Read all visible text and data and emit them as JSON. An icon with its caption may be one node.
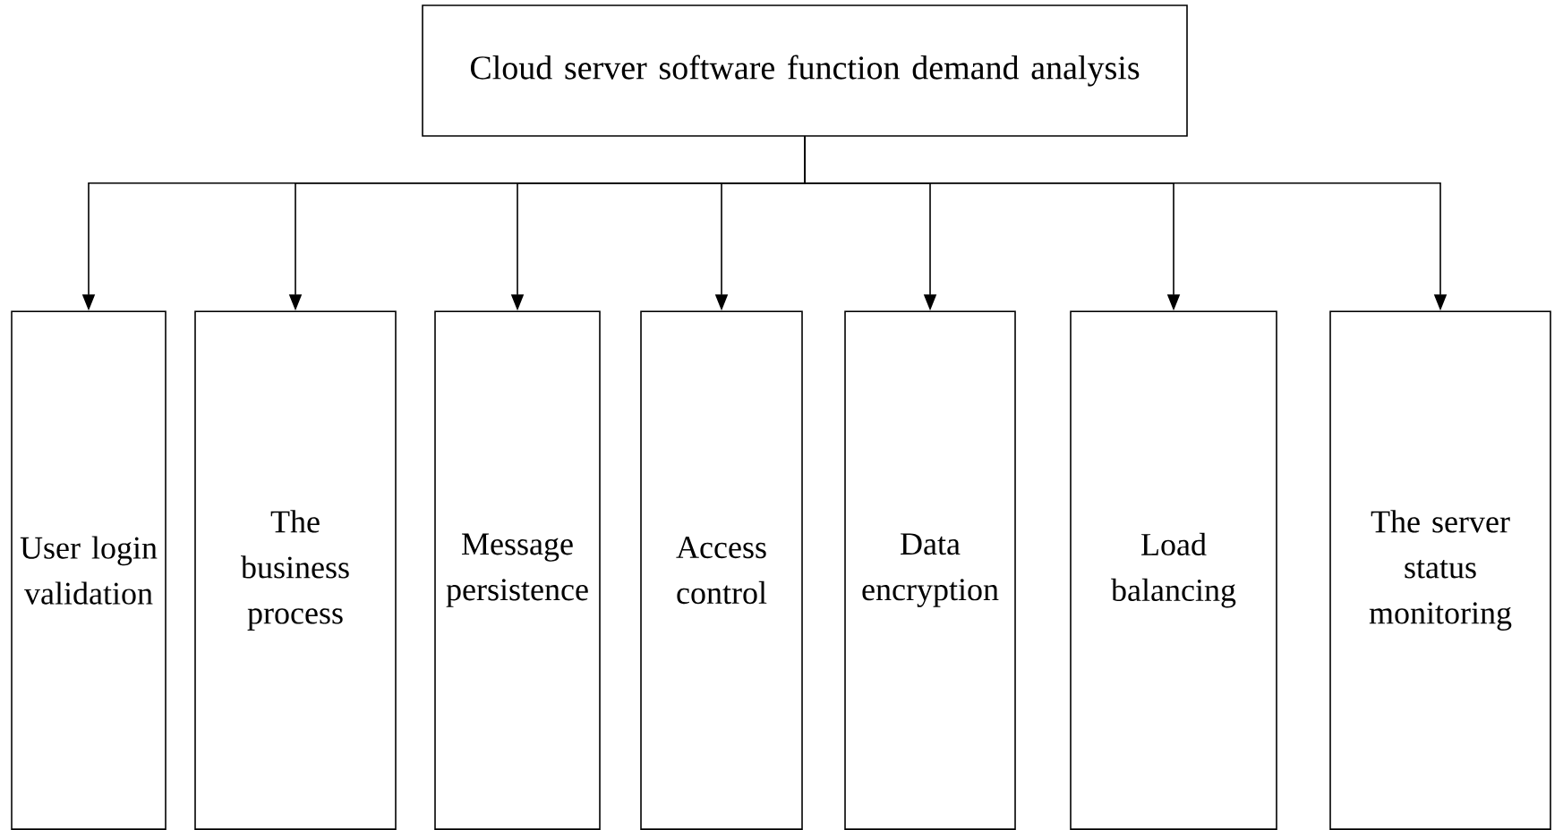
{
  "diagram": {
    "nodes": [
      {
        "text": [
          "Cloud server software function demand analysis"
        ]
      },
      {
        "text": [
          "User login validation"
        ]
      },
      {
        "text": [
          "The business process"
        ]
      },
      {
        "text": [
          "Message persistence"
        ]
      },
      {
        "text": [
          "Access control"
        ]
      },
      {
        "text": [
          "Data encryption"
        ]
      },
      {
        "text": [
          "Load balancing"
        ]
      },
      {
        "text": [
          "The server status monitoring"
        ]
      }
    ],
    "edges": [
      {
        "from": 0,
        "to": 1,
        "arrow": "to"
      },
      {
        "from": 0,
        "to": 2,
        "arrow": "to"
      },
      {
        "from": 0,
        "to": 3,
        "arrow": "to"
      },
      {
        "from": 0,
        "to": 4,
        "arrow": "to"
      },
      {
        "from": 0,
        "to": 5,
        "arrow": "to"
      },
      {
        "from": 0,
        "to": 6,
        "arrow": "to"
      },
      {
        "from": 0,
        "to": 7,
        "arrow": "to"
      }
    ]
  }
}
